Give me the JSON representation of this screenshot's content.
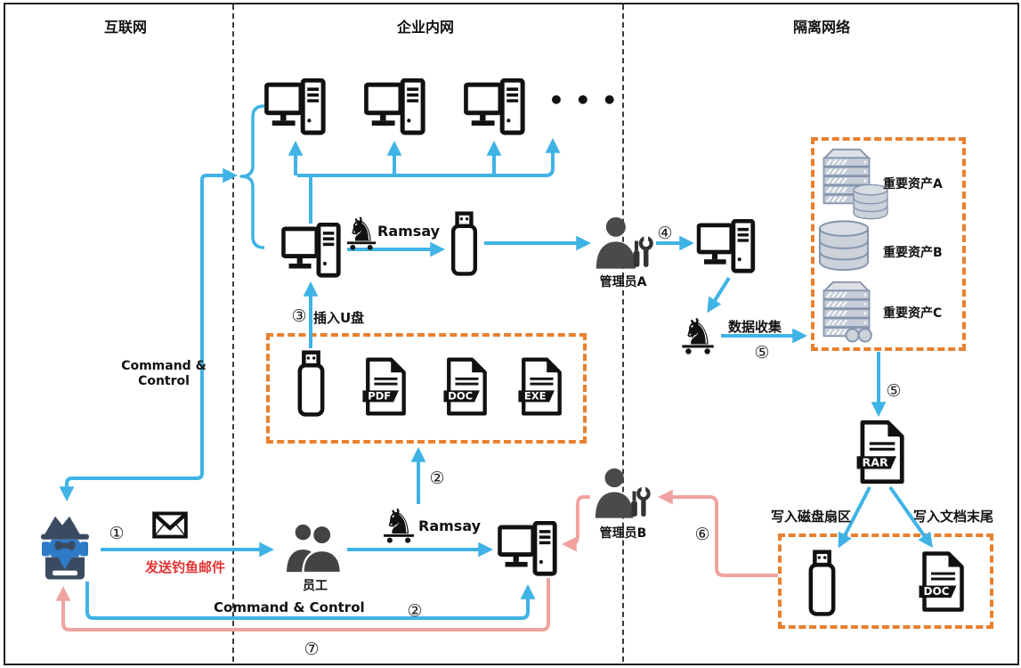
{
  "zones": {
    "internet": "互联网",
    "intranet": "企业内网",
    "isolated": "隔离网络"
  },
  "steps": {
    "s1": "①",
    "s2a": "②",
    "s2b": "②",
    "s3": "③",
    "s4": "④",
    "s5a": "⑤",
    "s5b": "⑤",
    "s6": "⑥",
    "s7": "⑦"
  },
  "actors": {
    "employee": "员工",
    "admin_a": "管理员A",
    "admin_b": "管理员B"
  },
  "malware": {
    "ramsay_top": "Ramsay",
    "ramsay_bottom": "Ramsay"
  },
  "annotations": {
    "cc_left_line1": "Command &",
    "cc_left_line2": "Control",
    "cc_bottom": "Command & Control",
    "phishing": "发送钓鱼邮件",
    "insert_usb": "插入U盘",
    "data_collect": "数据收集",
    "write_disk_sector": "写入磁盘扇区",
    "write_doc_tail": "写入文档末尾",
    "more_hosts": "•••"
  },
  "assets": {
    "a": "重要资产A",
    "b": "重要资产B",
    "c": "重要资产C"
  },
  "file_badges": {
    "pdf": "PDF",
    "doc": "DOC",
    "exe": "EXE",
    "rar": "RAR",
    "doc_exfil": "DOC"
  },
  "colors": {
    "arrow_blue": "#3fb3e6",
    "arrow_pink": "#f0a3a0",
    "box_orange": "#e8802e",
    "phishing_red": "#e23333",
    "icon_dark": "#111111",
    "asset_gray": "#ccd1da",
    "attacker_navy": "#3a4b61",
    "attacker_blue": "#2d7ac6"
  }
}
